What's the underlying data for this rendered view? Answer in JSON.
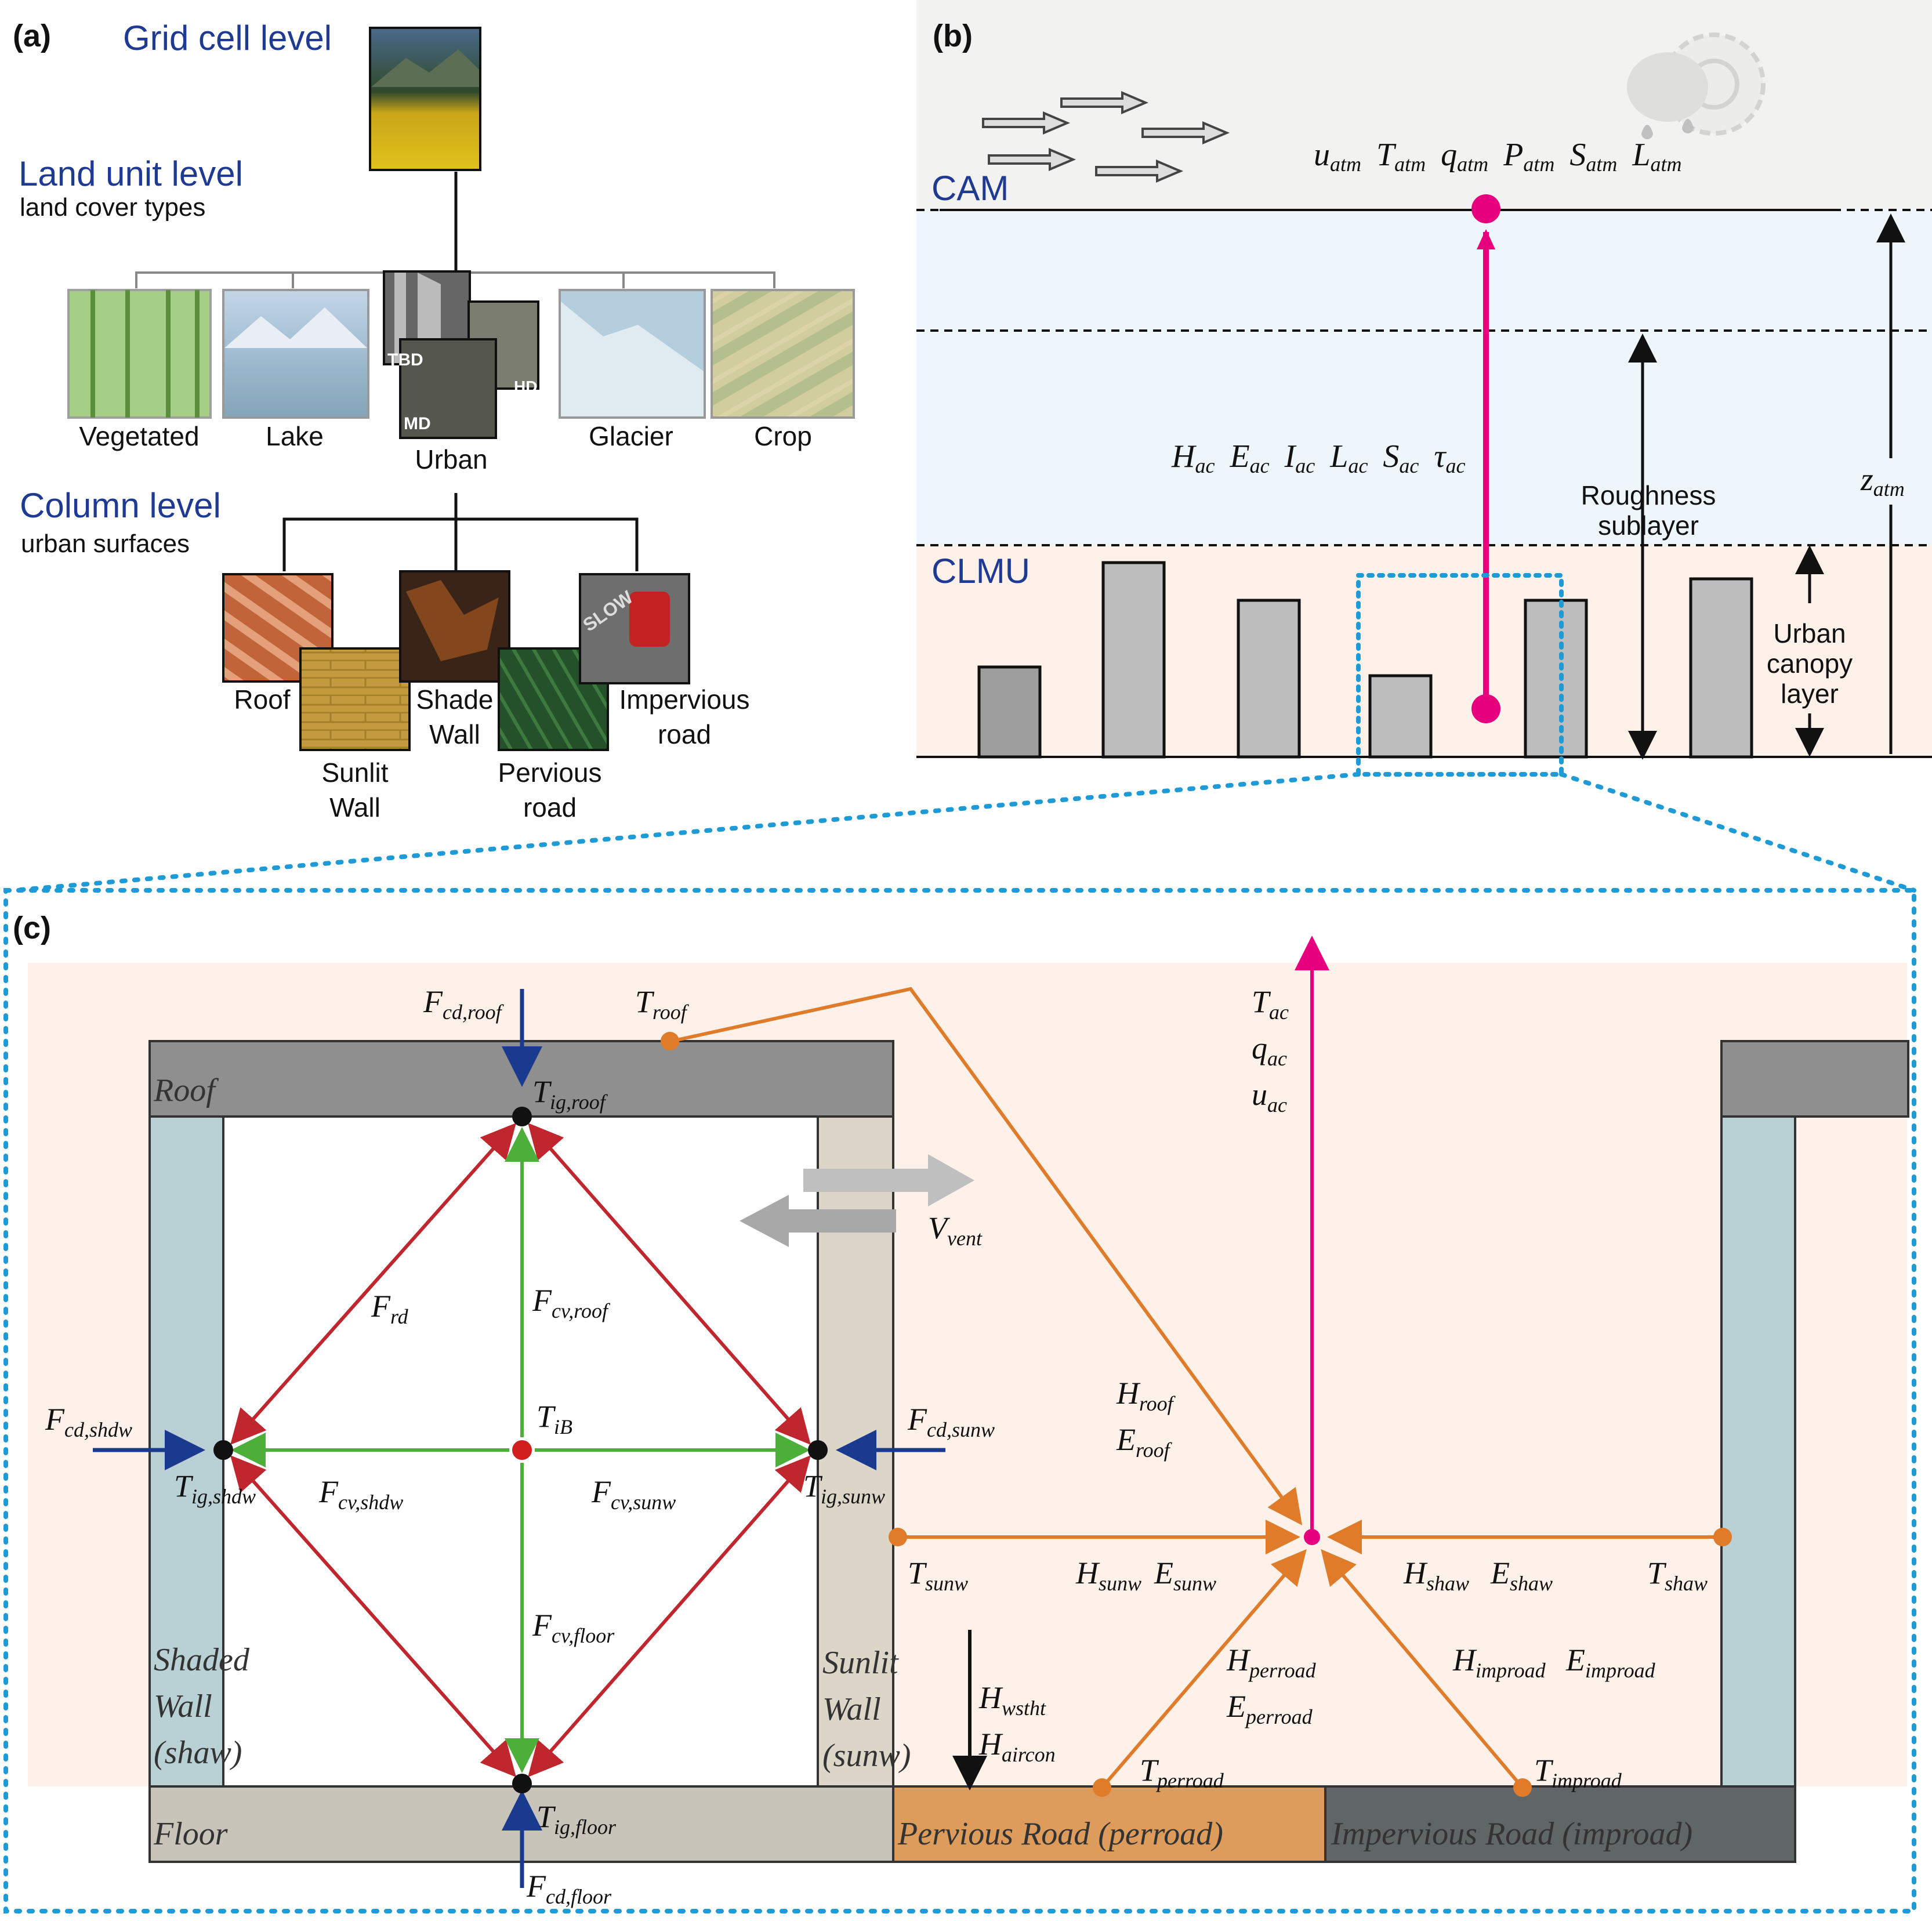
{
  "panel_a": {
    "label": "(a)",
    "grid_cell_level": "Grid cell level",
    "land_unit_level": "Land unit level",
    "land_unit_sub": "land cover types",
    "column_level": "Column level",
    "column_sub": "urban surfaces",
    "land_units": [
      "Vegetated",
      "Lake",
      "Urban",
      "Glacier",
      "Crop"
    ],
    "urban_tiles": [
      "TBD",
      "HD",
      "MD"
    ],
    "columns": {
      "roof": "Roof",
      "sunlit_wall_1": "Sunlit",
      "sunlit_wall_2": "Wall",
      "shade_wall_1": "Shade",
      "shade_wall_2": "Wall",
      "pervious_1": "Pervious",
      "pervious_2": "road",
      "impervious_1": "Impervious",
      "impervious_2": "road"
    },
    "road_sign_text": "SLOW"
  },
  "panel_b": {
    "label": "(b)",
    "cam": "CAM",
    "clmu": "CLMU",
    "atm_vars": [
      "u",
      "atm",
      "T",
      "atm",
      "q",
      "atm",
      "P",
      "atm",
      "S",
      "atm",
      "L",
      "atm"
    ],
    "flux_vars": [
      "H",
      "ac",
      "E",
      "ac",
      "I",
      "ac",
      "L",
      "ac",
      "S",
      "ac",
      "τ",
      "ac"
    ],
    "roughness_1": "Roughness",
    "roughness_2": "sublayer",
    "canopy_1": "Urban",
    "canopy_2": "canopy",
    "canopy_3": "layer",
    "z_atm": [
      "z",
      "atm"
    ]
  },
  "panel_c": {
    "label": "(c)",
    "roof": "Roof",
    "floor": "Floor",
    "shaded_wall": [
      "Shaded",
      "Wall",
      "(shaw)"
    ],
    "sunlit_wall": [
      "Sunlit",
      "Wall",
      "(sunw)"
    ],
    "pervious_road": "Pervious Road (perroad)",
    "impervious_road": "Impervious Road (improad)",
    "labels": {
      "F_cd_roof": [
        "F",
        "cd,roof"
      ],
      "T_roof": [
        "T",
        "roof"
      ],
      "T_ig_roof": [
        "T",
        "ig,roof"
      ],
      "F_rd": [
        "F",
        "rd"
      ],
      "F_cv_roof": [
        "F",
        "cv,roof"
      ],
      "T_iB": [
        "T",
        "iB"
      ],
      "F_cd_shdw": [
        "F",
        "cd,shdw"
      ],
      "T_ig_shdw": [
        "T",
        "ig,shdw"
      ],
      "F_cv_shdw": [
        "F",
        "cv,shdw"
      ],
      "F_cv_sunw": [
        "F",
        "cv,sunw"
      ],
      "F_cd_sunw": [
        "F",
        "cd,sunw"
      ],
      "T_ig_sunw": [
        "T",
        "ig,sunw"
      ],
      "F_cv_floor": [
        "F",
        "cv,floor"
      ],
      "T_ig_floor": [
        "T",
        "ig,floor"
      ],
      "F_cd_floor": [
        "F",
        "cd,floor"
      ],
      "V_vent": [
        "V",
        "vent"
      ],
      "T_ac": [
        "T",
        "ac"
      ],
      "q_ac": [
        "q",
        "ac"
      ],
      "u_ac": [
        "u",
        "ac"
      ],
      "H_roof": [
        "H",
        "roof"
      ],
      "E_roof": [
        "E",
        "roof"
      ],
      "T_sunw": [
        "T",
        "sunw"
      ],
      "H_sunw": [
        "H",
        "sunw"
      ],
      "E_sunw": [
        "E",
        "sunw"
      ],
      "H_shaw": [
        "H",
        "shaw"
      ],
      "E_shaw": [
        "E",
        "shaw"
      ],
      "T_shaw": [
        "T",
        "shaw"
      ],
      "H_perroad": [
        "H",
        "perroad"
      ],
      "E_perroad": [
        "E",
        "perroad"
      ],
      "H_improad": [
        "H",
        "improad"
      ],
      "E_improad": [
        "E",
        "improad"
      ],
      "T_perroad": [
        "T",
        "perroad"
      ],
      "T_improad": [
        "T",
        "improad"
      ],
      "H_wstht": [
        "H",
        "wstht"
      ],
      "H_aircon": [
        "H",
        "aircon"
      ]
    }
  },
  "colors": {
    "level_blue": "#1f3a93",
    "magenta": "#e6007e",
    "red_arrow": "#c0262d",
    "green_arrow": "#4daf3a",
    "orange": "#e07b2a",
    "navy": "#1a3a8f",
    "dotted_blue": "#1e9bd7",
    "atm_band": "#f2f2f0",
    "rsl_band": "#eef5fb",
    "ucl_band": "#fdf1ea"
  }
}
